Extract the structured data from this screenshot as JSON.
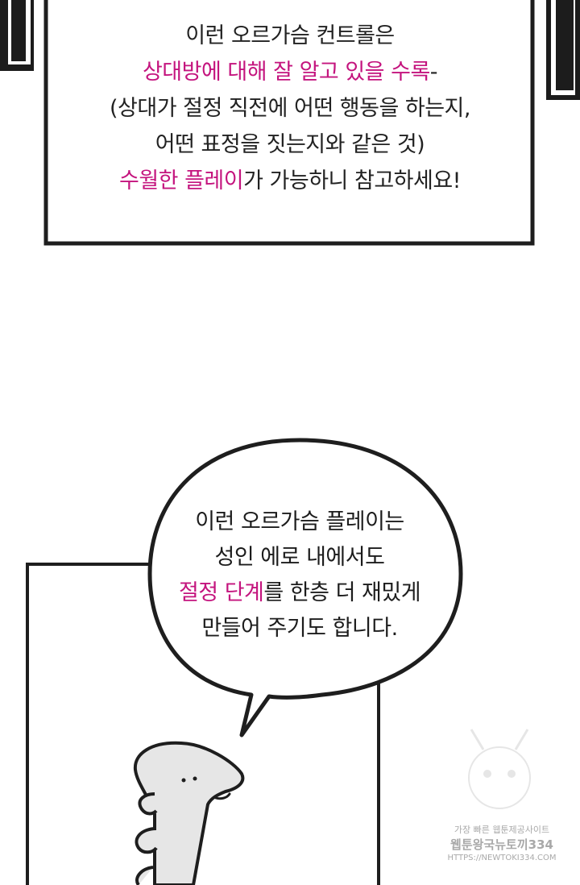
{
  "caption": {
    "line1": "이런 오르가슴 컨트롤은",
    "line2_highlight": "상대방에 대해 잘 알고 있을 수록",
    "line2_tail": "-",
    "line3": "(상대가 절정 직전에 어떤 행동을 하는지,",
    "line4": "어떤 표정을 짓는지와 같은 것)",
    "line5_highlight": "수월한 플레이",
    "line5_tail": "가 가능하니 참고하세요!"
  },
  "speech_bubble": {
    "line1": "이런 오르가슴 플레이는",
    "line2": "성인 에로 내에서도",
    "line3_highlight": "절정 단계",
    "line3_tail": "를 한층 더 재밌게",
    "line4": "만들어 주기도 합니다."
  },
  "watermark": {
    "line1": "가장 빠른 웹툰제공사이트",
    "line2": "웹툰왕국뉴토끼334",
    "line3": "HTTPS://NEWTOKI334.COM"
  },
  "colors": {
    "highlight": "#c4147e",
    "ink": "#1e1e1e",
    "character_fill": "#e6e6e6"
  }
}
